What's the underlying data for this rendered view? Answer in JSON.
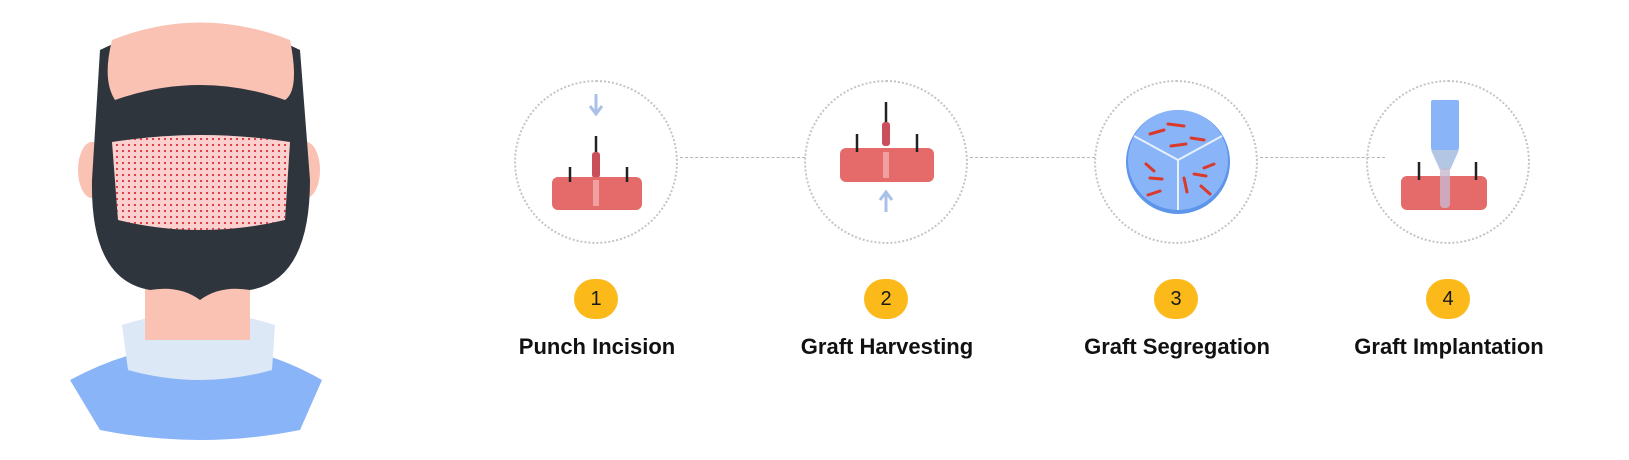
{
  "steps": [
    {
      "number": "1",
      "label": "Punch Incision",
      "icon": "punch-incision-icon"
    },
    {
      "number": "2",
      "label": "Graft Harvesting",
      "icon": "graft-harvesting-icon"
    },
    {
      "number": "3",
      "label": "Graft Segregation",
      "icon": "graft-segregation-icon"
    },
    {
      "number": "4",
      "label": "Graft Implantation",
      "icon": "graft-implantation-icon"
    }
  ],
  "colors": {
    "badge": "#fbb91a",
    "skin": "#e56b6b",
    "hair": "#2f353d",
    "shirt": "#8ab4f8"
  }
}
